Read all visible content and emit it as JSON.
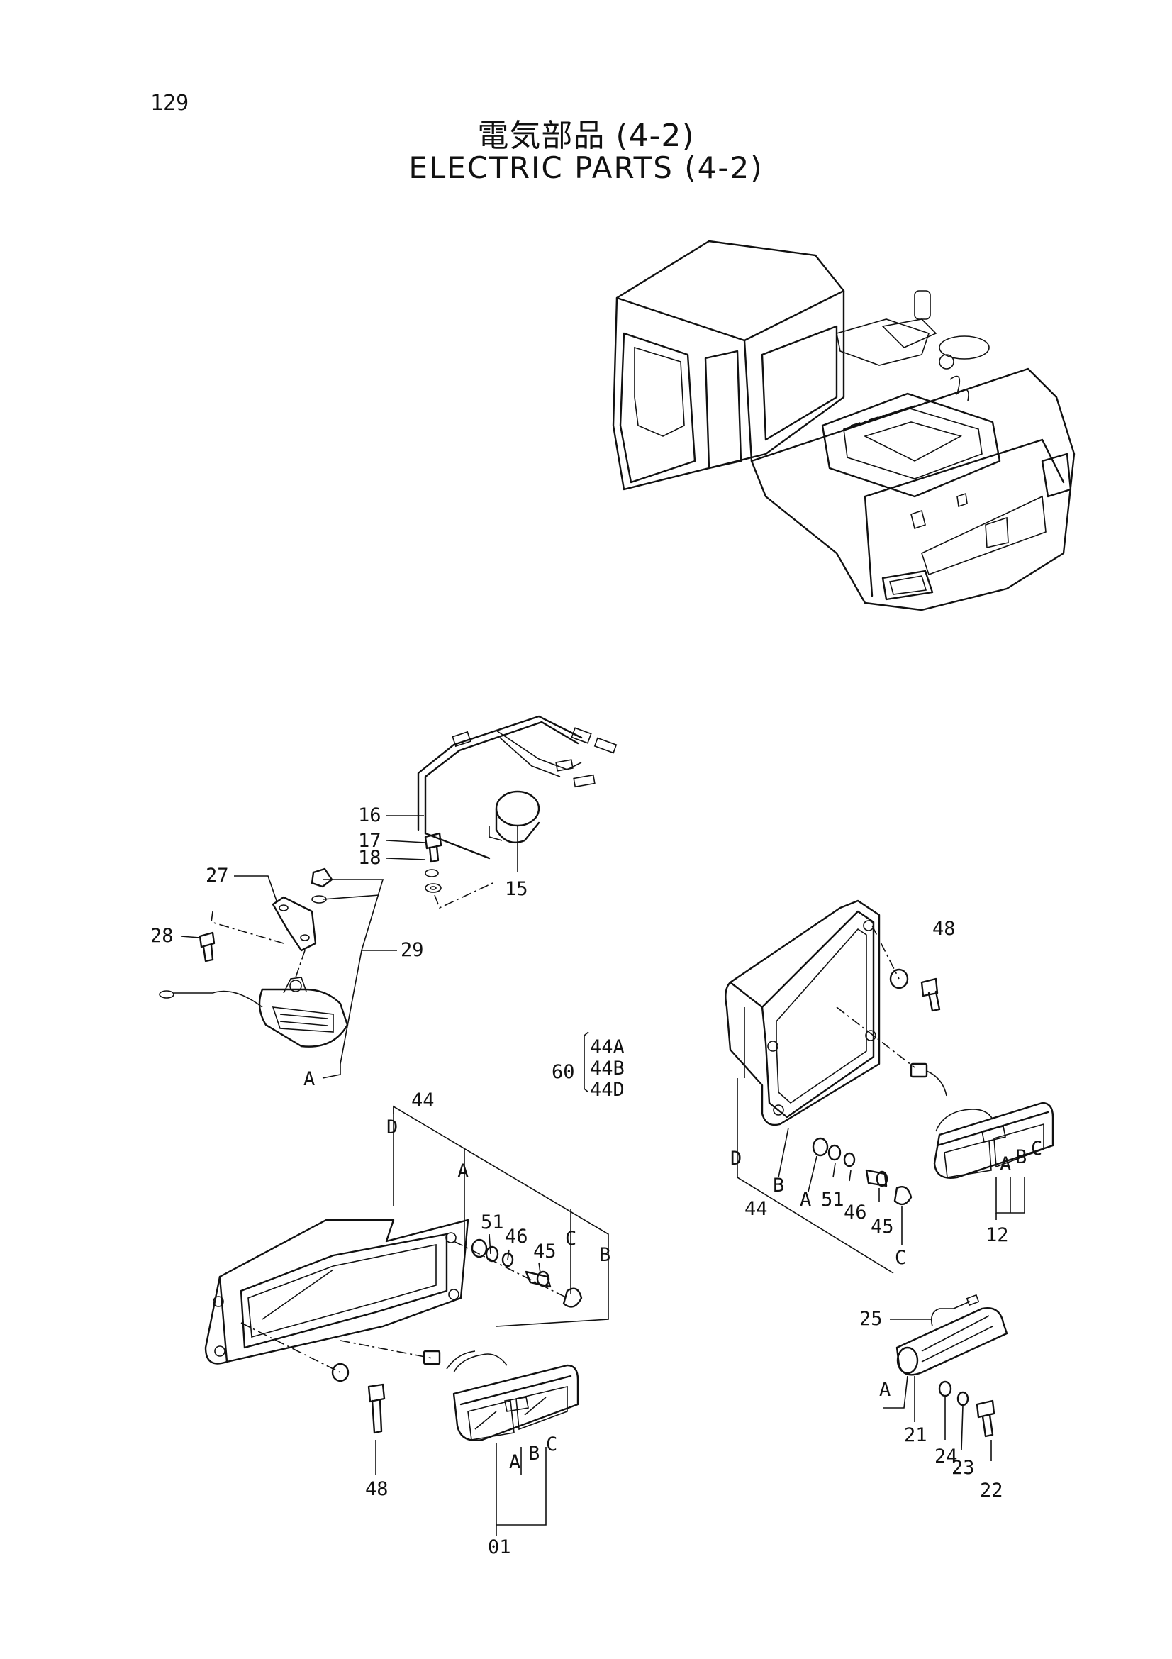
{
  "page": {
    "number": "129",
    "title_jp": "電気部品 (4-2)",
    "title_en": "ELECTRIC PARTS (4-2)"
  },
  "callouts": {
    "p16": "16",
    "p17": "17",
    "p18": "18",
    "p15": "15",
    "p27": "27",
    "p28": "28",
    "p29": "29",
    "pA_horn": "A",
    "p60": "60",
    "p44A": "44A",
    "p44B": "44B",
    "p44D": "44D",
    "p44_left": "44",
    "pD_left": "D",
    "pA_left": "A",
    "p51_left": "51",
    "p46_left": "46",
    "p45_left": "45",
    "pC_left": "C",
    "pB_left": "B",
    "p48_left": "48",
    "pA_lamp_left": "A",
    "pB_lamp_left": "B",
    "pC_lamp_left": "C",
    "p01": "01",
    "p48_right": "48",
    "pD_right": "D",
    "pB_right": "B",
    "pA_right": "A",
    "p51_right": "51",
    "p46_right": "46",
    "p45_right": "45",
    "p44_right": "44",
    "pC_right": "C",
    "pA_lamp_right": "A",
    "pB_lamp_right": "B",
    "pC_lamp_right": "C",
    "p12": "12",
    "p25": "25",
    "pA_small": "A",
    "p21": "21",
    "p24": "24",
    "p23": "23",
    "p22": "22"
  }
}
